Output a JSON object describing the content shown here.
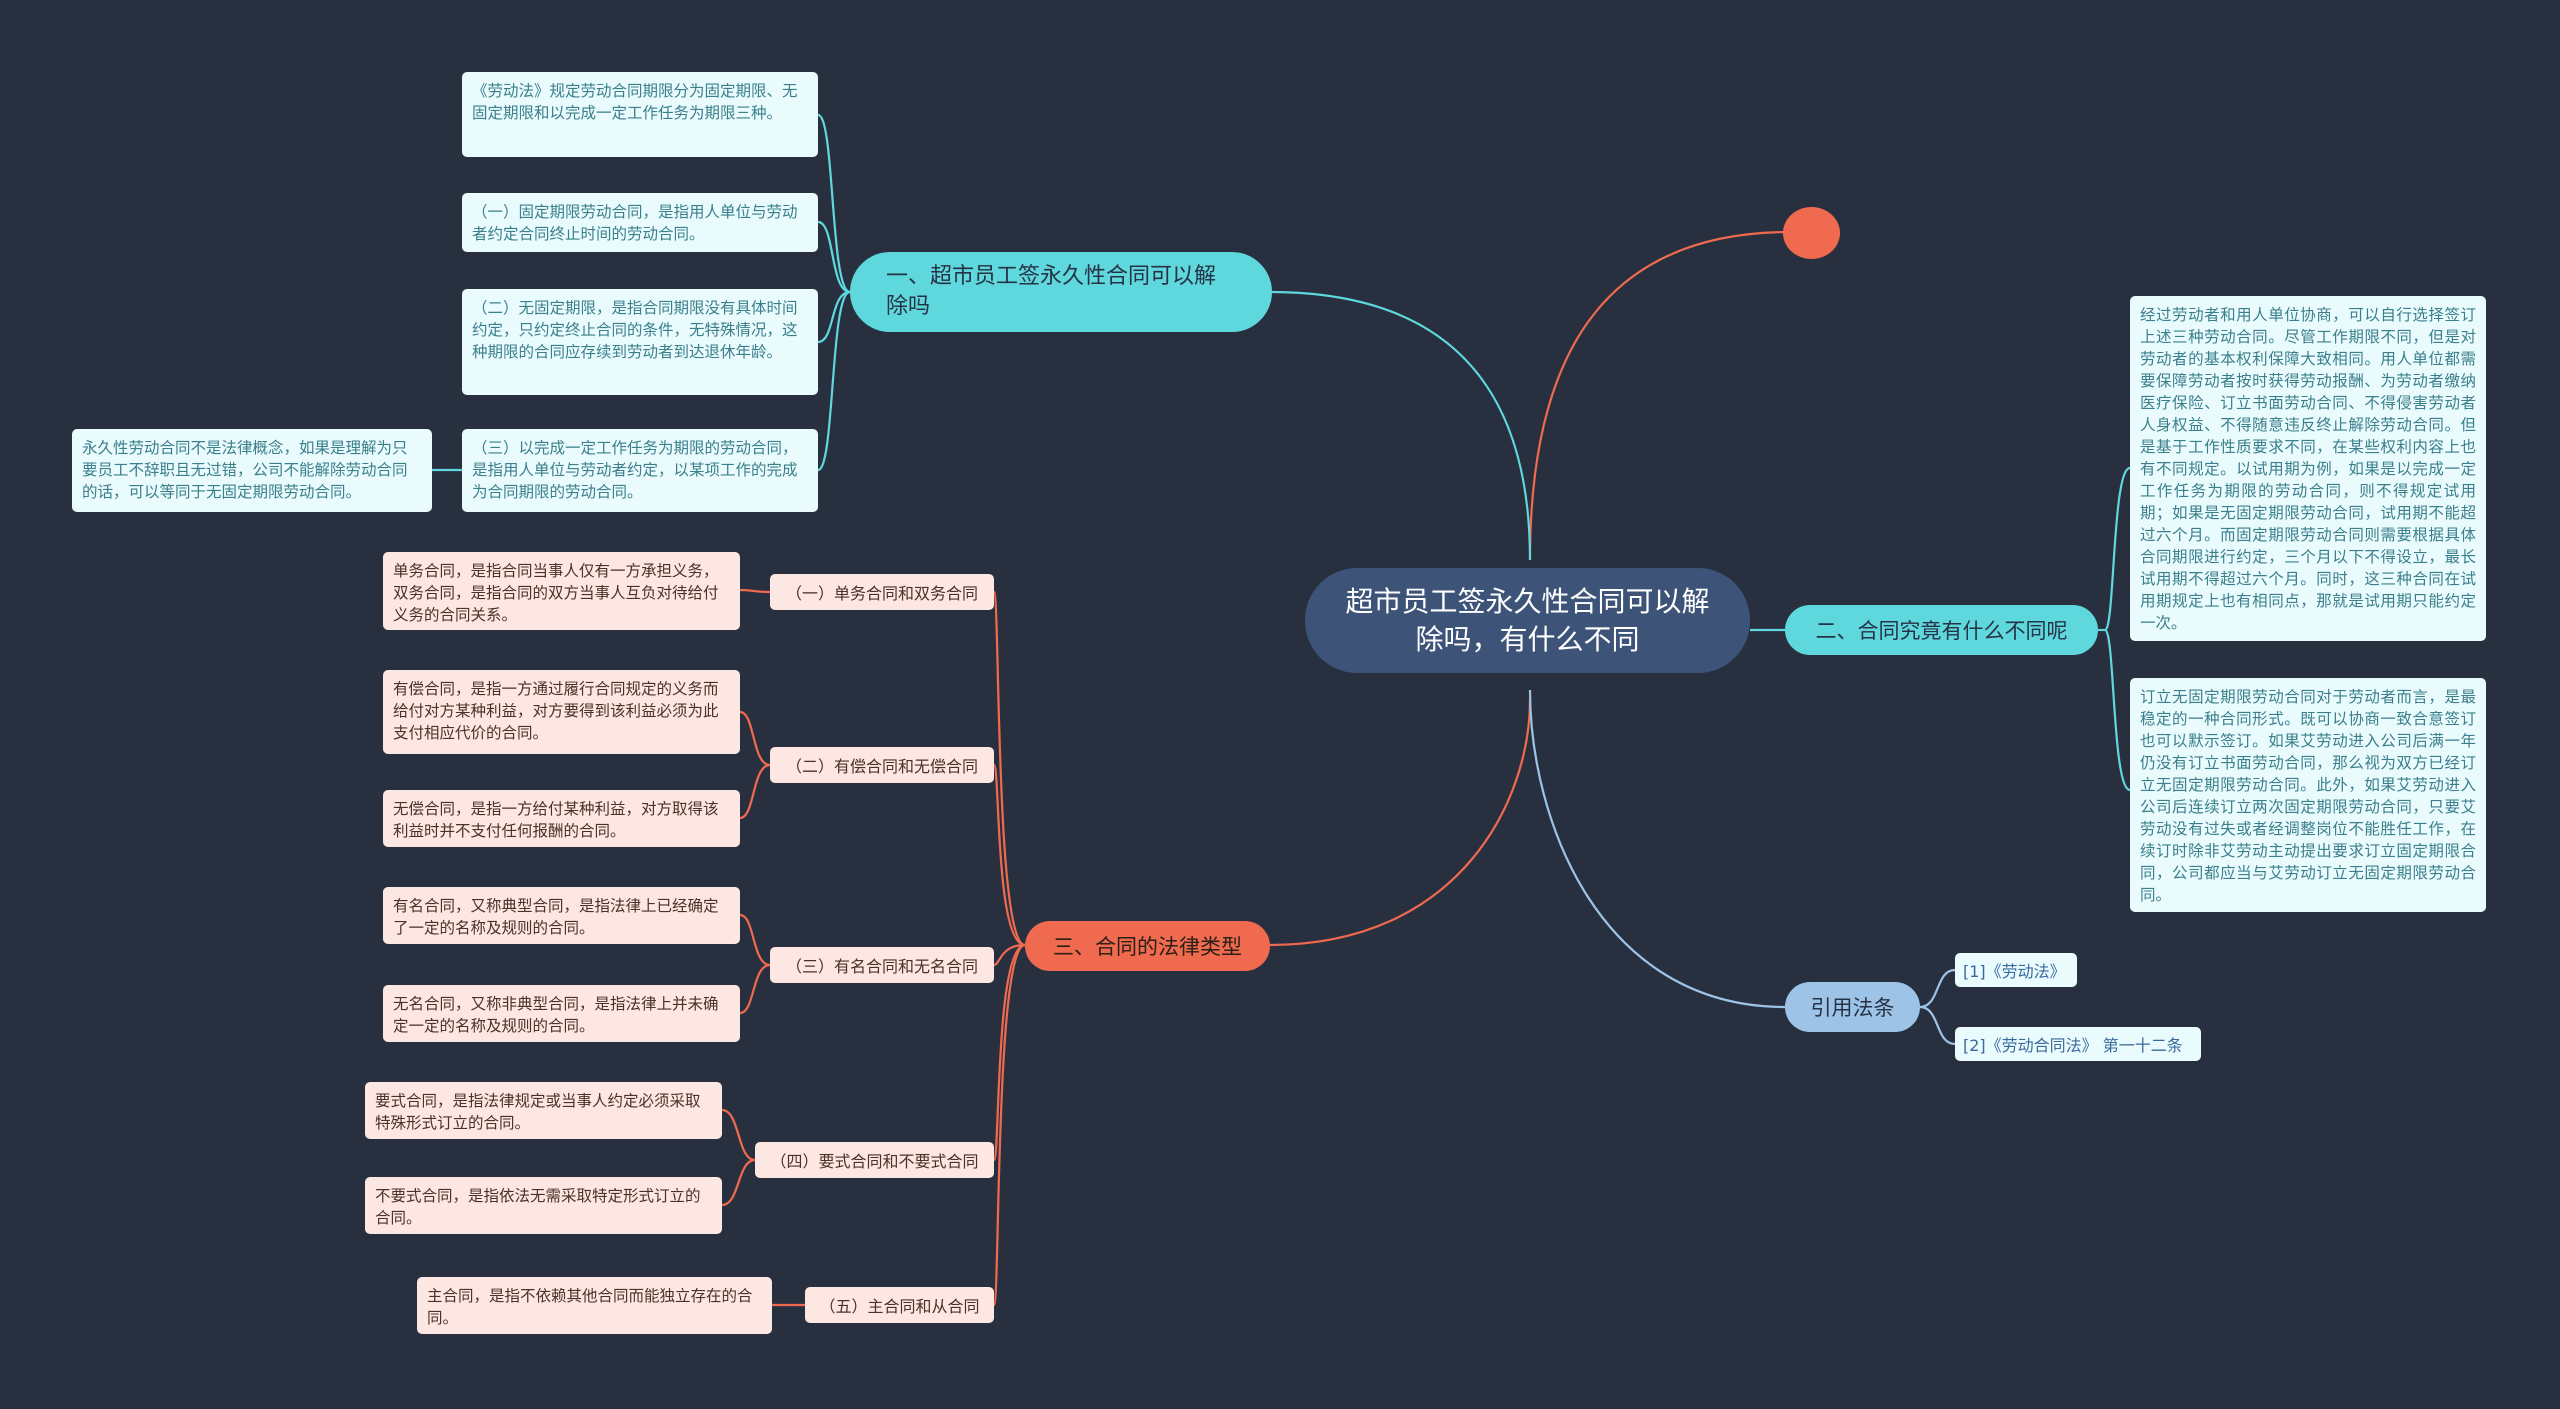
{
  "root": {
    "title": "超市员工签永久性合同可以解除吗，有什么不同"
  },
  "branch1": {
    "title": "一、超市员工签永久性合同可以解除吗",
    "notes": [
      "《劳动法》规定劳动合同期限分为固定期限、无固定期限和以完成一定工作任务为期限三种。",
      "（一）固定期限劳动合同，是指用人单位与劳动者约定合同终止时间的劳动合同。",
      "（二）无固定期限，是指合同期限没有具体时间约定，只约定终止合同的条件，无特殊情况，这种期限的合同应存续到劳动者到达退休年龄。",
      "（三）以完成一定工作任务为期限的劳动合同，是指用人单位与劳动者约定，以某项工作的完成为合同期限的劳动合同。"
    ],
    "side_note": "永久性劳动合同不是法律概念，如果是理解为只要员工不辞职且无过错，公司不能解除劳动合同的话，可以等同于无固定期限劳动合同。"
  },
  "branch2": {
    "title": "二、合同究竟有什么不同呢",
    "notes": [
      "经过劳动者和用人单位协商，可以自行选择签订上述三种劳动合同。尽管工作期限不同，但是对劳动者的基本权利保障大致相同。用人单位都需要保障劳动者按时获得劳动报酬、为劳动者缴纳医疗保险、订立书面劳动合同、不得侵害劳动者人身权益、不得随意违反终止解除劳动合同。但是基于工作性质要求不同，在某些权利内容上也有不同规定。以试用期为例，如果是以完成一定工作任务为期限的劳动合同，则不得规定试用期；如果是无固定期限劳动合同，试用期不能超过六个月。而固定期限劳动合同则需要根据具体合同期限进行约定，三个月以下不得设立，最长试用期不得超过六个月。同时，这三种合同在试用期规定上也有相同点，那就是试用期只能约定一次。",
      "订立无固定期限劳动合同对于劳动者而言，是最稳定的一种合同形式。既可以协商一致合意签订也可以默示签订。如果艾劳动进入公司后满一年仍没有订立书面劳动合同，那么视为双方已经订立无固定期限劳动合同。此外，如果艾劳动进入公司后连续订立两次固定期限劳动合同，只要艾劳动没有过失或者经调整岗位不能胜任工作，在续订时除非艾劳动主动提出要求订立固定期限合同，公司都应当与艾劳动订立无固定期限劳动合同。"
    ]
  },
  "branch3": {
    "title": "三、合同的法律类型",
    "subs": [
      {
        "label": "（一）单务合同和双务合同",
        "notes": [
          "单务合同，是指合同当事人仅有一方承担义务，双务合同，是指合同的双方当事人互负对待给付义务的合同关系。"
        ]
      },
      {
        "label": "（二）有偿合同和无偿合同",
        "notes": [
          "有偿合同，是指一方通过履行合同规定的义务而给付对方某种利益，对方要得到该利益必须为此支付相应代价的合同。",
          "无偿合同，是指一方给付某种利益，对方取得该利益时并不支付任何报酬的合同。"
        ]
      },
      {
        "label": "（三）有名合同和无名合同",
        "notes": [
          "有名合同，又称典型合同，是指法律上已经确定了一定的名称及规则的合同。",
          "无名合同，又称非典型合同，是指法律上并未确定一定的名称及规则的合同。"
        ]
      },
      {
        "label": "（四）要式合同和不要式合同",
        "notes": [
          "要式合同，是指法律规定或当事人约定必须采取特殊形式订立的合同。",
          "不要式合同，是指依法无需采取特定形式订立的合同。"
        ]
      },
      {
        "label": "（五）主合同和从合同",
        "notes": [
          "主合同，是指不依赖其他合同而能独立存在的合同。"
        ]
      }
    ]
  },
  "branch4": {
    "title": "引用法条",
    "refs": [
      "[1]《劳动法》",
      "[2]《劳动合同法》 第一十二条"
    ]
  },
  "colors": {
    "background": "#283040",
    "root": "#3d5478",
    "teal": "#5fd8dd",
    "orange": "#ef6a4f",
    "light_blue": "#9dc4e6",
    "teal_note": "#e9fbfc",
    "pink_note": "#fde7e2"
  }
}
